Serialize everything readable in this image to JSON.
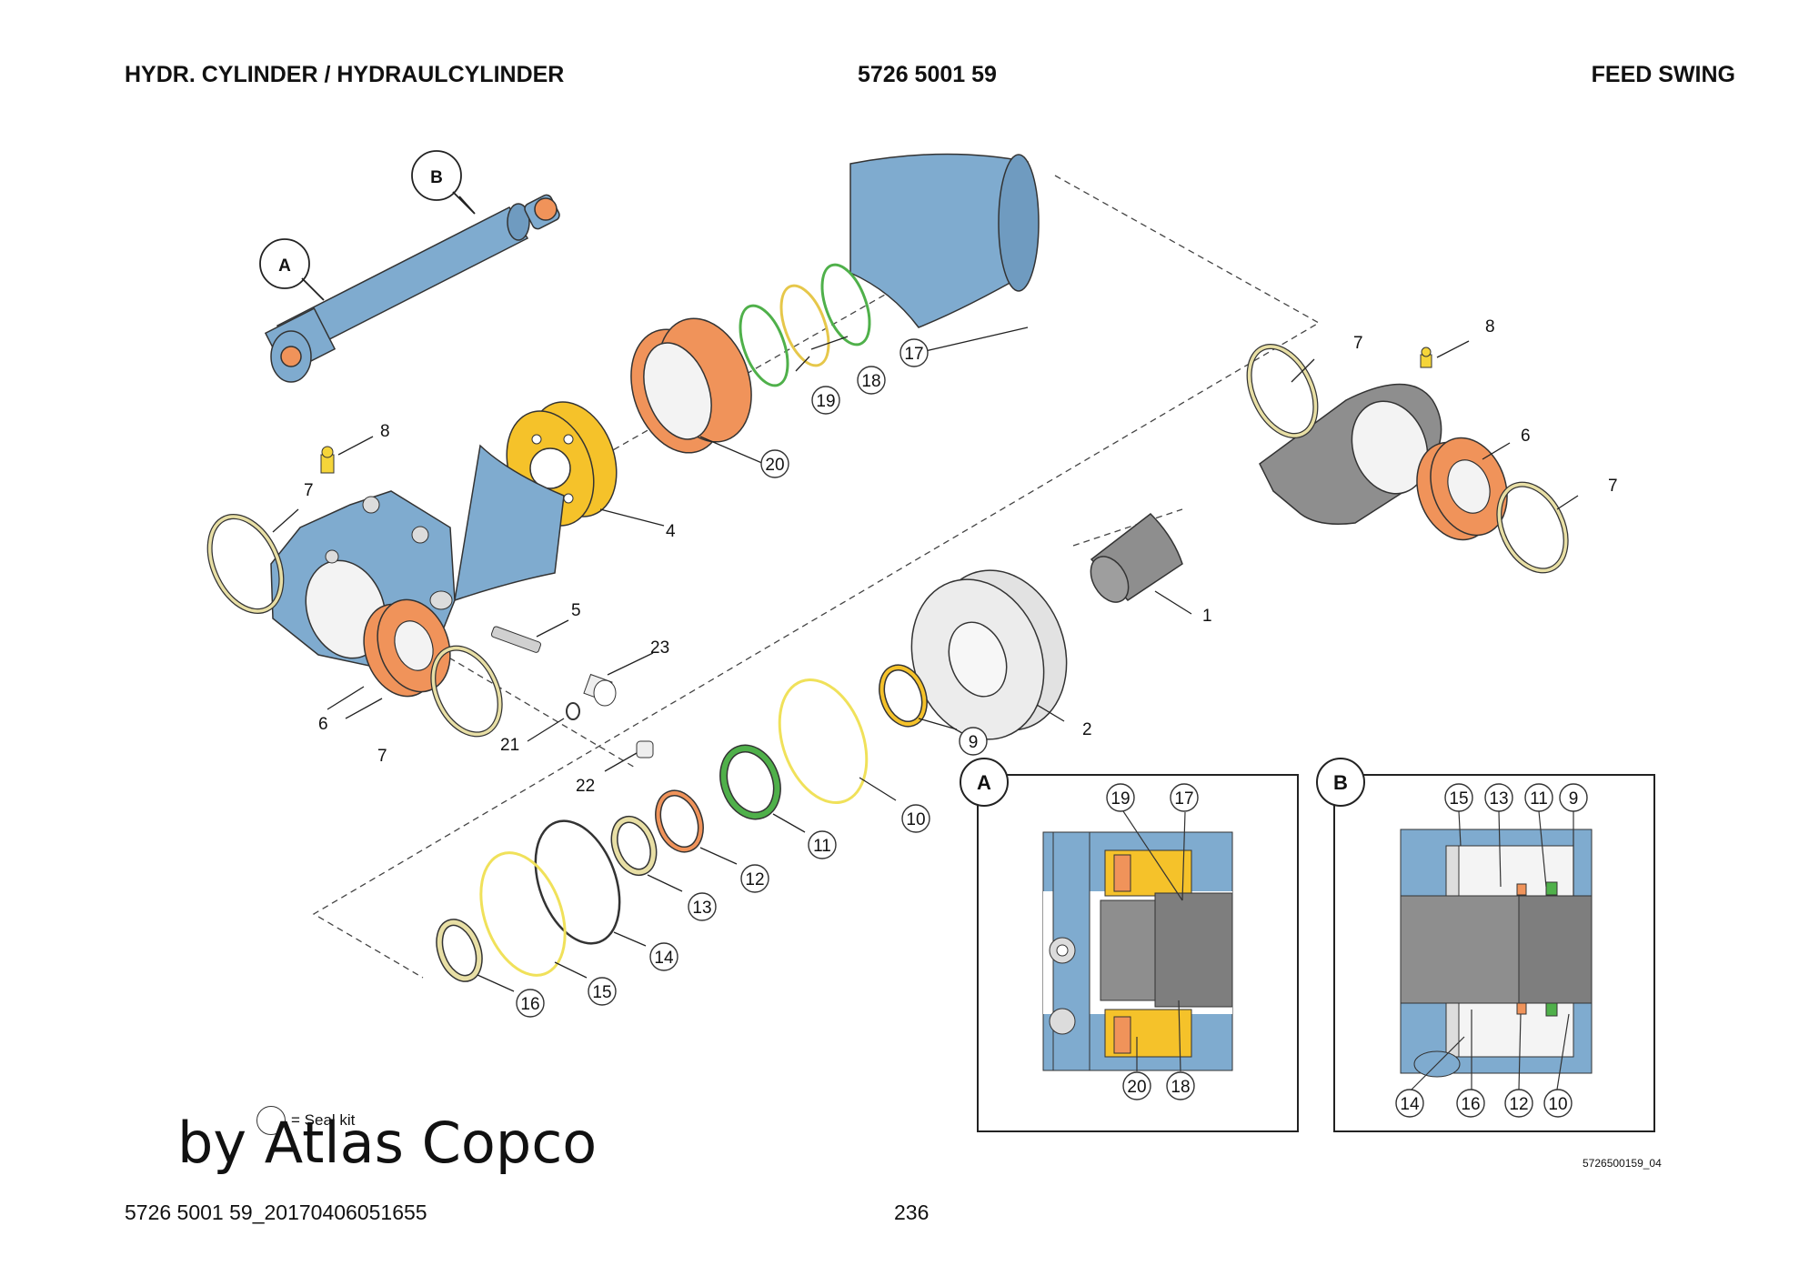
{
  "header": {
    "left": "HYDR. CYLINDER / HYDRAULCYLINDER",
    "middle": "5726 5001 59",
    "right": "FEED SWING"
  },
  "views": {
    "a": "A",
    "b": "B"
  },
  "parts": {
    "p1": "1",
    "p2": "2",
    "p4": "4",
    "p5": "5",
    "p6": "6",
    "p7": "7",
    "p8": "8",
    "p9": "9",
    "p10": "10",
    "p11": "11",
    "p12": "12",
    "p13": "13",
    "p14": "14",
    "p15": "15",
    "p16": "16",
    "p17": "17",
    "p18": "18",
    "p19": "19",
    "p20": "20",
    "p21": "21",
    "p22": "22",
    "p23": "23"
  },
  "legend": {
    "text": "= Seal kit"
  },
  "watermark": "by Atlas Copco",
  "figure_id": "5726500159_04",
  "footer": {
    "left": "5726 5001 59_20170406051655",
    "page": "236"
  },
  "colors": {
    "blue": "#7fabcf",
    "orange": "#f0935a",
    "yellow": "#f5c22a",
    "grey": "#8e8e8e",
    "green": "#4fb04a",
    "tan": "#e8dfa5"
  }
}
